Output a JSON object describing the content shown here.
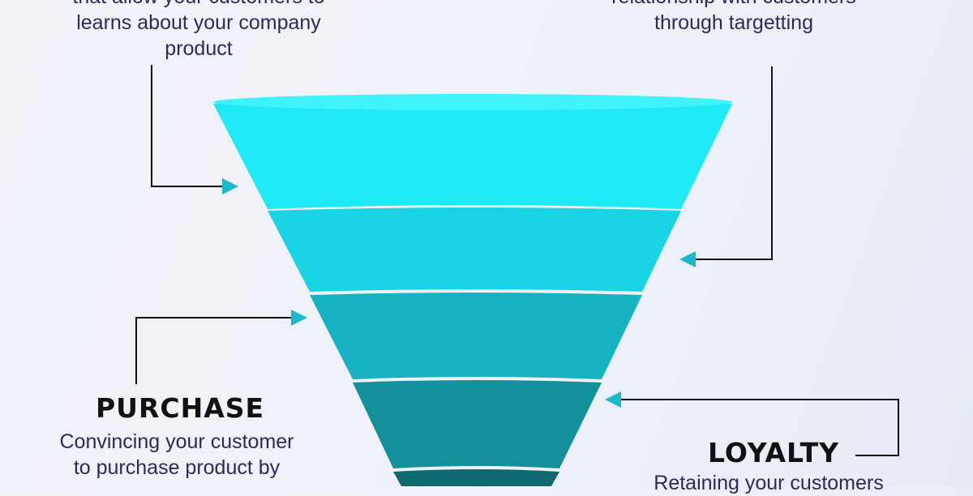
{
  "stages": [
    {
      "id": "awareness",
      "description_lines": [
        "that allow your customers to",
        "learns about your company",
        "product"
      ]
    },
    {
      "id": "engagement",
      "description_lines": [
        "relationship with customers",
        "through targetting"
      ]
    },
    {
      "id": "purchase",
      "title": "PURCHASE",
      "description_lines": [
        "Convincing your customer",
        "to purchase product by"
      ]
    },
    {
      "id": "loyalty",
      "title": "LOYALTY",
      "description_lines": [
        "Retaining your customers"
      ]
    }
  ],
  "colors": {
    "layer1": "#1eeaf6",
    "layer2": "#19d4e4",
    "layer3": "#17b3c2",
    "layer4": "#14909a",
    "layer5": "#0e6a70",
    "arrow": "#1cb8cc",
    "line": "#111111"
  }
}
